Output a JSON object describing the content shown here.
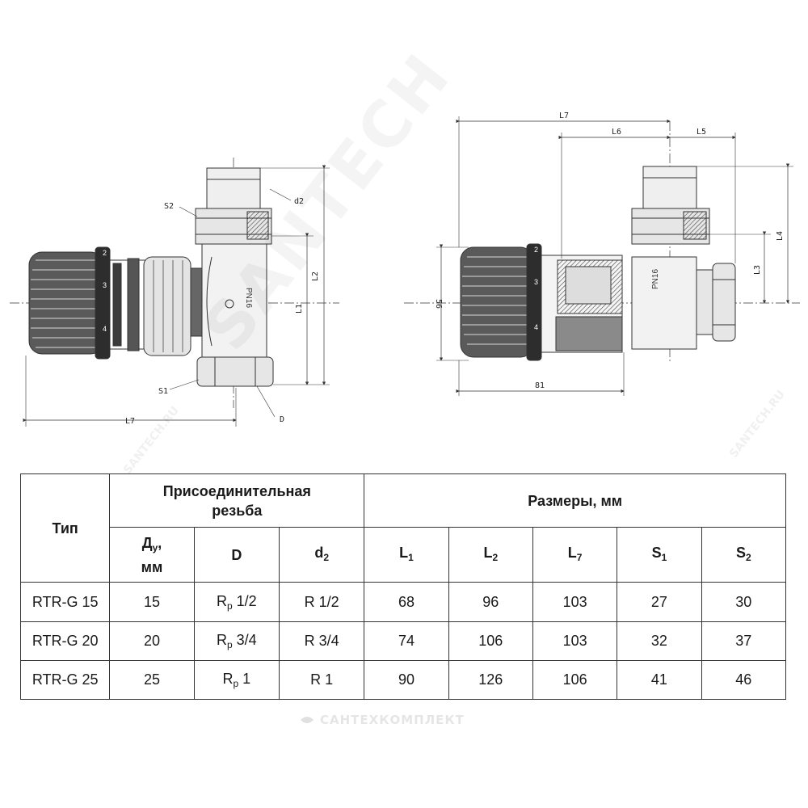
{
  "drawing_left": {
    "labels": {
      "s2": "S2",
      "d2": "d2",
      "l2": "L2",
      "l1": "L1",
      "s1": "S1",
      "d": "D",
      "l7": "L7",
      "pn": "PN16"
    }
  },
  "drawing_right": {
    "labels": {
      "l7": "L7",
      "l6": "L6",
      "l5": "L5",
      "l4": "L4",
      "l3": "L3",
      "h56": "56",
      "w81": "81",
      "pn": "PN16"
    }
  },
  "table": {
    "type_header": "Тип",
    "thread_header": "Присоединительная резьба",
    "dims_header": "Размеры, мм",
    "sub_headers": {
      "du_main": "Д",
      "du_sub": "у",
      "du_unit": ",",
      "du_mm": "мм",
      "d_big": "D",
      "d2_main": "d",
      "d2_sub": "2",
      "l1_main": "L",
      "l1_sub": "1",
      "l2_main": "L",
      "l2_sub": "2",
      "l7_main": "L",
      "l7_sub": "7",
      "s1_main": "S",
      "s1_sub": "1",
      "s2_main": "S",
      "s2_sub": "2"
    },
    "rows": [
      {
        "type": "RTR-G 15",
        "du": "15",
        "d_r": "R",
        "d_sub": "p",
        "d_val": "1/2",
        "d2": "R 1/2",
        "l1": "68",
        "l2": "96",
        "l7": "103",
        "s1": "27",
        "s2": "30"
      },
      {
        "type": "RTR-G 20",
        "du": "20",
        "d_r": "R",
        "d_sub": "p",
        "d_val": "3/4",
        "d2": "R 3/4",
        "l1": "74",
        "l2": "106",
        "l7": "103",
        "s1": "32",
        "s2": "37"
      },
      {
        "type": "RTR-G 25",
        "du": "25",
        "d_r": "R",
        "d_sub": "p",
        "d_val": "1",
        "d2": "R 1",
        "l1": "90",
        "l2": "126",
        "l7": "106",
        "s1": "41",
        "s2": "46"
      }
    ]
  },
  "watermarks": {
    "diagonal": "SANTECH",
    "small_left": "SANTECH.RU",
    "small_right": "SANTECH.RU",
    "bottom": "САНТЕХКОМПЛЕКТ"
  }
}
